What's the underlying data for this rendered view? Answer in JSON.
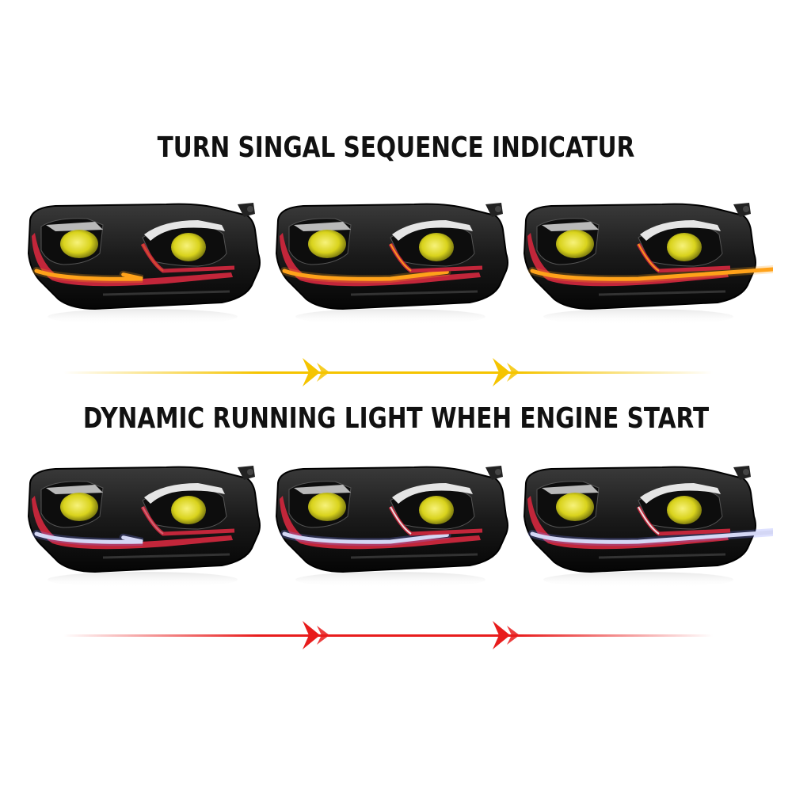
{
  "headings": {
    "turn_signal": "TURN SINGAL SEQUENCE INDICATUR",
    "running_light": "DYNAMIC RUNNING LIGHT WHEH ENGINE START"
  },
  "colors": {
    "heading_text": "#111111",
    "turn_signal_accent": "#f5c400",
    "running_light_accent": "#e81c1c",
    "lamp_housing": "#1a1a1a",
    "lens_yellow": "#d9d31c",
    "trim_red": "#c2263a",
    "drl_amber": "#ffa21a",
    "drl_white": "#f2f2f2"
  },
  "rows": {
    "turn_signal": {
      "lamps": [
        {
          "name": "headlight-turn-stage-1",
          "strip": "amber",
          "sequence_level": 0.33
        },
        {
          "name": "headlight-turn-stage-2",
          "strip": "amber",
          "sequence_level": 0.66
        },
        {
          "name": "headlight-turn-stage-3",
          "strip": "amber",
          "sequence_level": 1.0
        }
      ],
      "arrow_icon": "double-chevron-right-icon"
    },
    "running_light": {
      "lamps": [
        {
          "name": "headlight-drl-stage-1",
          "strip": "white",
          "sequence_level": 0.33
        },
        {
          "name": "headlight-drl-stage-2",
          "strip": "white",
          "sequence_level": 0.66
        },
        {
          "name": "headlight-drl-stage-3",
          "strip": "white",
          "sequence_level": 1.0
        }
      ],
      "arrow_icon": "double-chevron-right-icon"
    }
  }
}
